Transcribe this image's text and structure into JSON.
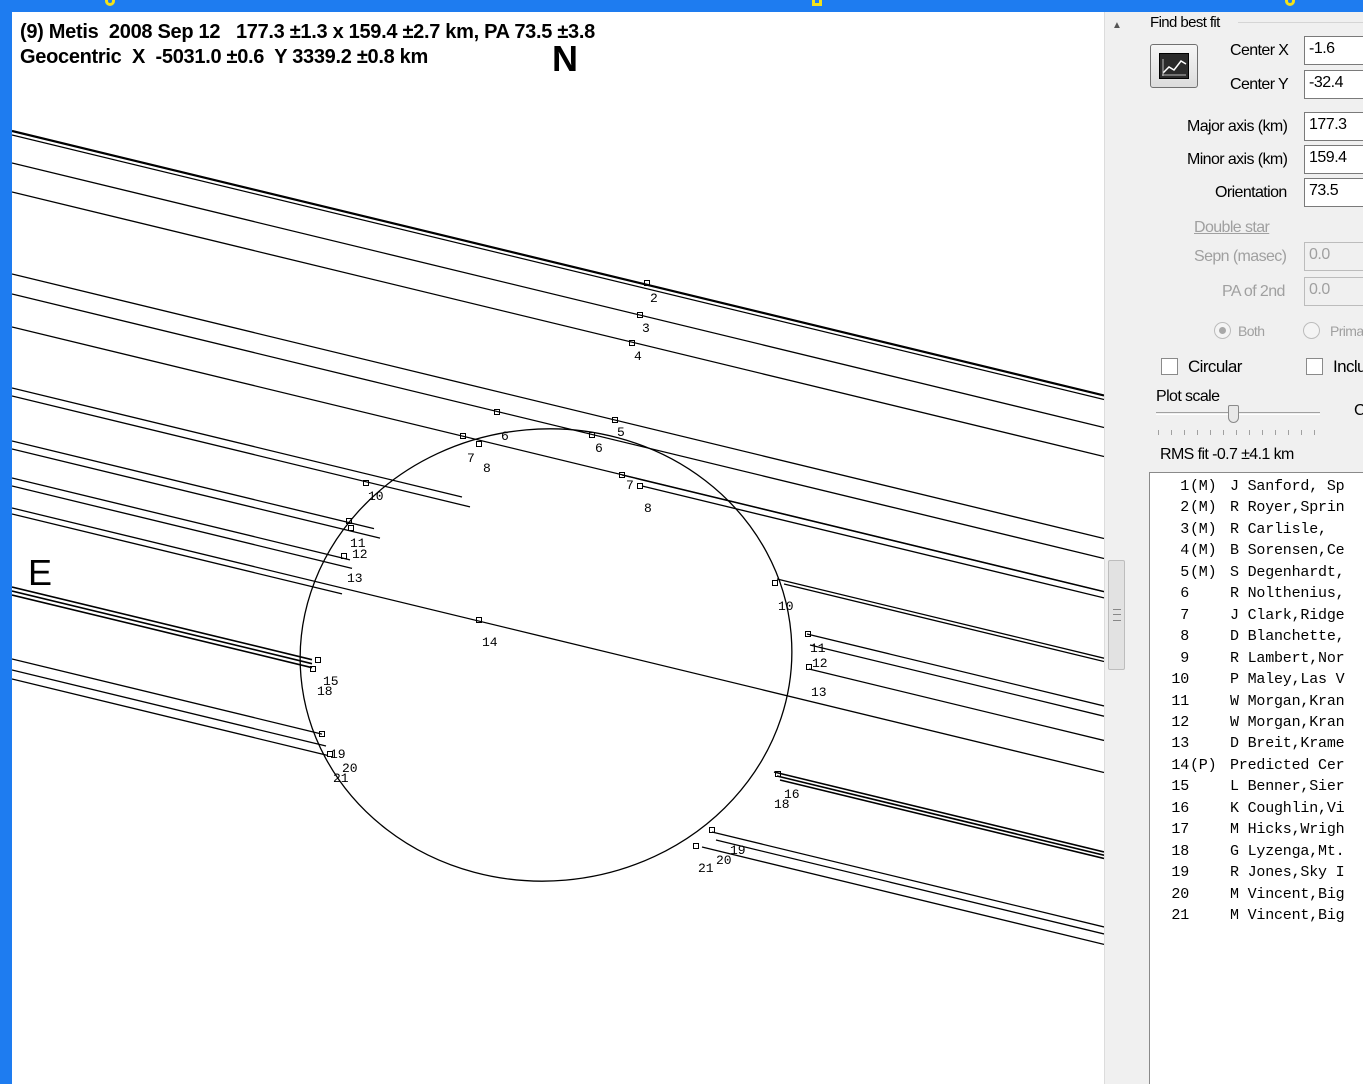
{
  "plot": {
    "header_line1": "(9) Metis  2008 Sep 12   177.3 ±1.3 x 159.4 ±2.7 km, PA 73.5 ±3.8",
    "header_line2": "Geocentric  X  -5031.0 ±0.6  Y 3339.2 ±0.8 km",
    "compass_north": "N",
    "compass_east": "E",
    "chord_labels": [
      "2",
      "3",
      "4",
      "5",
      "6",
      "6",
      "7",
      "8",
      "7",
      "8",
      "10",
      "11",
      "12",
      "13",
      "14",
      "15",
      "18",
      "19",
      "20",
      "21",
      "10",
      "11",
      "12",
      "13",
      "16",
      "18",
      "19",
      "20",
      "21"
    ]
  },
  "panel": {
    "group_title": "Find best fit",
    "center_x_label": "Center X",
    "center_x_value": "-1.6",
    "center_y_label": "Center Y",
    "center_y_value": "-32.4",
    "major_label": "Major axis (km)",
    "major_value": "177.3",
    "minor_label": "Minor axis (km)",
    "minor_value": "159.4",
    "orient_label": "Orientation",
    "orient_value": "73.5",
    "double_star_label": "Double star",
    "sepn_label": "Sepn (masec)",
    "sepn_value": "0.0",
    "pa2_label": "PA of 2nd",
    "pa2_value": "0.0",
    "radio_both": "Both",
    "radio_primary": "Prima",
    "circular_label": "Circular",
    "include_label": "Inclu",
    "plot_scale_label": "Plot scale",
    "plot_scale_extra": "C",
    "rms_label": "RMS fit -0.7 ±4.1 km"
  },
  "observers": [
    {
      "num": "1",
      "flag": "(M)",
      "name": "J Sanford, Sp"
    },
    {
      "num": "2",
      "flag": "(M)",
      "name": "R Royer,Sprin"
    },
    {
      "num": "3",
      "flag": "(M)",
      "name": "R Carlisle,"
    },
    {
      "num": "4",
      "flag": "(M)",
      "name": "B Sorensen,Ce"
    },
    {
      "num": "5",
      "flag": "(M)",
      "name": "S Degenhardt,"
    },
    {
      "num": "6",
      "flag": "",
      "name": "R Nolthenius,"
    },
    {
      "num": "7",
      "flag": "",
      "name": "J Clark,Ridge"
    },
    {
      "num": "8",
      "flag": "",
      "name": "D Blanchette,"
    },
    {
      "num": "9",
      "flag": "",
      "name": "R Lambert,Nor"
    },
    {
      "num": "10",
      "flag": "",
      "name": "P Maley,Las V"
    },
    {
      "num": "11",
      "flag": "",
      "name": "W Morgan,Kran"
    },
    {
      "num": "12",
      "flag": "",
      "name": "W Morgan,Kran"
    },
    {
      "num": "13",
      "flag": "",
      "name": "D Breit,Krame"
    },
    {
      "num": "14",
      "flag": "(P)",
      "name": "Predicted Cer"
    },
    {
      "num": "15",
      "flag": "",
      "name": "L Benner,Sier"
    },
    {
      "num": "16",
      "flag": "",
      "name": "K Coughlin,Vi"
    },
    {
      "num": "17",
      "flag": "",
      "name": "M Hicks,Wrigh"
    },
    {
      "num": "18",
      "flag": "",
      "name": "G Lyzenga,Mt."
    },
    {
      "num": "19",
      "flag": "",
      "name": "R Jones,Sky I"
    },
    {
      "num": "20",
      "flag": "",
      "name": "M Vincent,Big"
    },
    {
      "num": "21",
      "flag": "",
      "name": "M Vincent,Big"
    }
  ]
}
